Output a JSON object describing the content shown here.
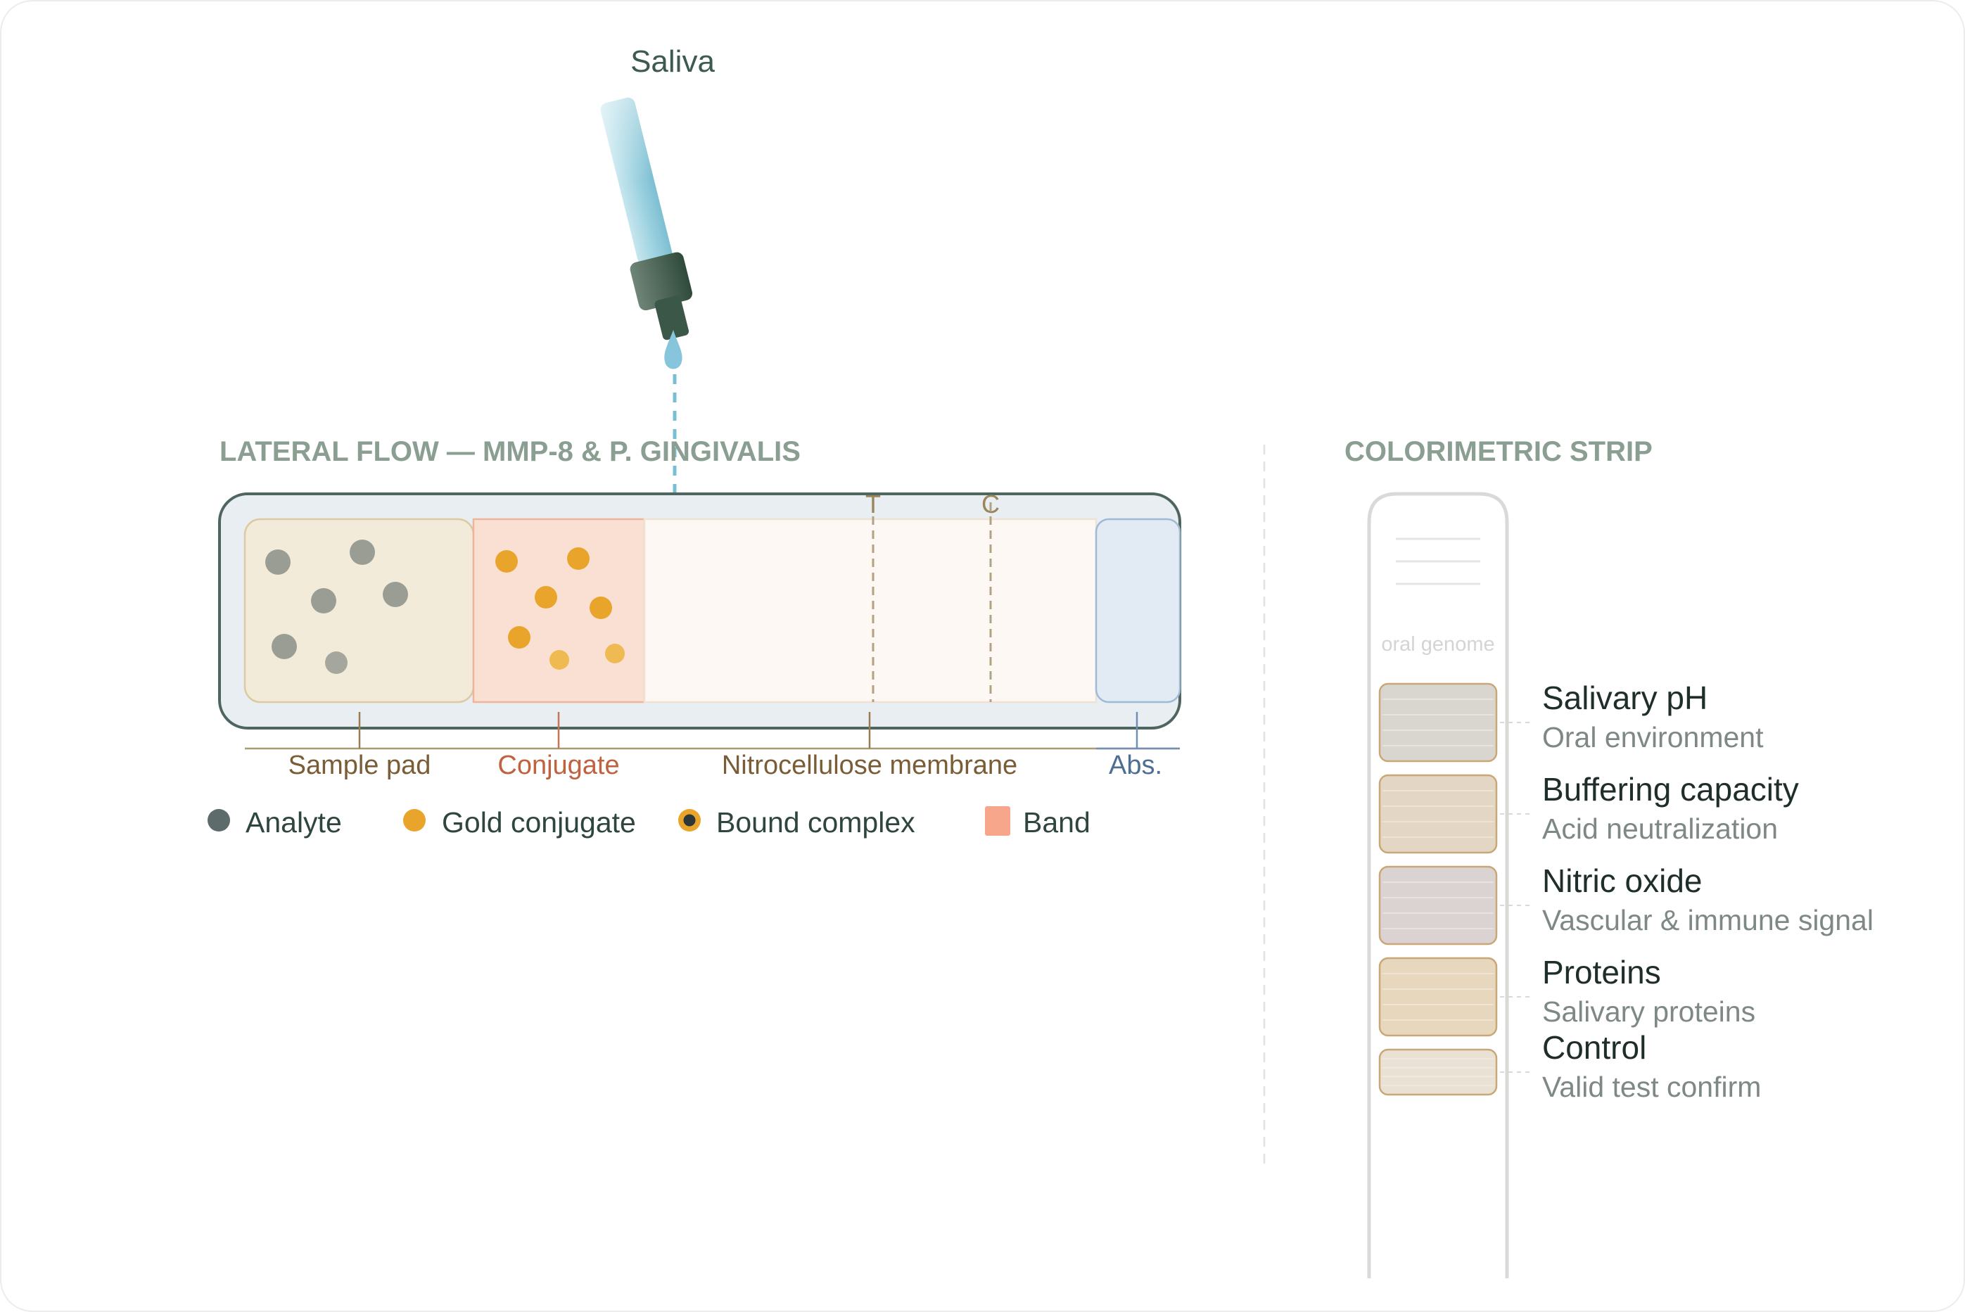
{
  "dropper": {
    "label": "Saliva"
  },
  "lateral_flow": {
    "title": "LATERAL FLOW — MMP-8 & P. GINGIVALIS",
    "test_line_label": "T",
    "control_line_label": "C",
    "zones": {
      "sample_pad": "Sample pad",
      "conjugate": "Conjugate",
      "membrane": "Nitrocellulose membrane",
      "absorbent": "Abs."
    },
    "legend": [
      {
        "label": "Analyte",
        "symbol": "analyte"
      },
      {
        "label": "Gold conjugate",
        "symbol": "gold"
      },
      {
        "label": "Bound complex",
        "symbol": "bound"
      },
      {
        "label": "Band",
        "symbol": "band"
      }
    ]
  },
  "colorimetric": {
    "title": "COLORIMETRIC STRIP",
    "brand_text": "oral genome",
    "pads": [
      {
        "name": "Salivary pH",
        "desc": "Oral environment",
        "color": "#d9d6cf"
      },
      {
        "name": "Buffering capacity",
        "desc": "Acid neutralization",
        "color": "#e3d6c4"
      },
      {
        "name": "Nitric oxide",
        "desc": "Vascular & immune signal",
        "color": "#dbd2d2"
      },
      {
        "name": "Proteins",
        "desc": "Salivary proteins",
        "color": "#e6d7bd"
      },
      {
        "name": "Control",
        "desc": "Valid test confirm",
        "color": "#e9e1d3"
      }
    ]
  },
  "colors": {
    "title": "#8a9e92",
    "text_dark": "#2f4540",
    "text_muted": "#7e8884",
    "sample_pad_fill": "#f3ebd9",
    "conjugate_fill": "#f9e0d2",
    "membrane_fill": "#fdf8f4",
    "absorbent_fill": "#e2eaf3",
    "cassette_fill": "#e9eef3",
    "analyte": "#5d6b6b",
    "gold": "#e9a42b",
    "band": "#f7a68b",
    "dropper_blue": "#8fcad9",
    "dropper_green": "#3f5a4a"
  }
}
